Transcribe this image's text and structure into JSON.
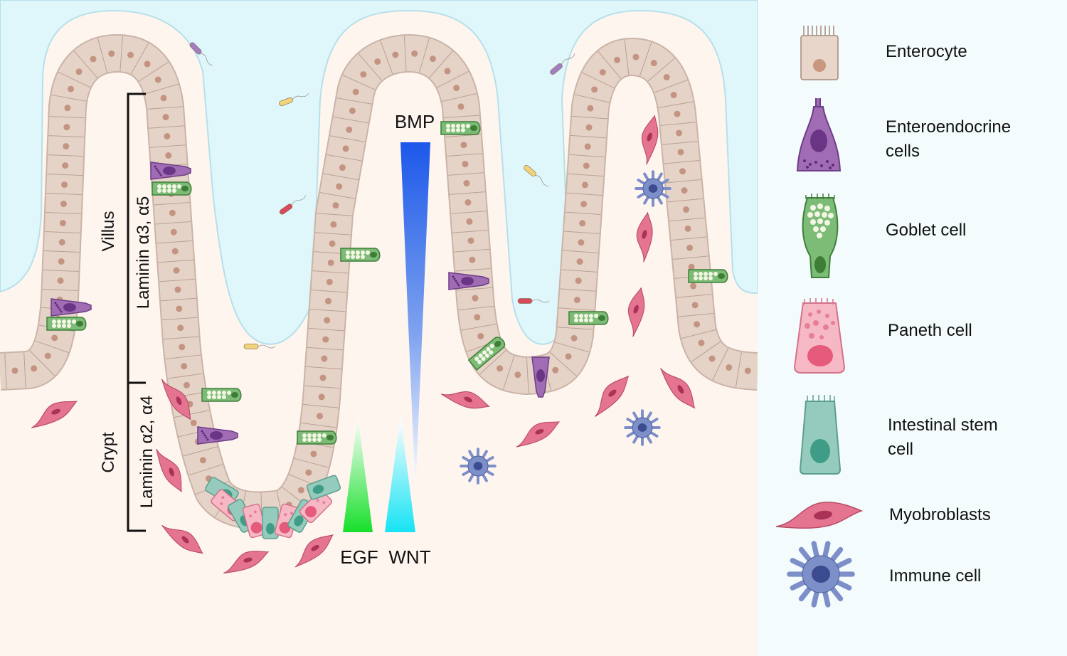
{
  "labels": {
    "bmp": "BMP",
    "egf": "EGF",
    "wnt": "WNT",
    "villus": "Villus",
    "crypt": "Crypt",
    "laminin_villus": "Laminin α3, α5",
    "laminin_crypt": "Laminin α2, α4"
  },
  "legend": {
    "items": [
      {
        "key": "enterocyte",
        "label": "Enterocyte"
      },
      {
        "key": "enteroendocrine",
        "label": "Enteroendocrine cells"
      },
      {
        "key": "goblet",
        "label": "Goblet cell"
      },
      {
        "key": "paneth",
        "label": "Paneth cell"
      },
      {
        "key": "stem",
        "label": "Intestinal stem cell"
      },
      {
        "key": "myofibroblast",
        "label": "Myobroblasts"
      },
      {
        "key": "immune",
        "label": "Immune cell"
      }
    ]
  },
  "colors": {
    "lumen": "#dff7fb",
    "tissue": "#fff5ef",
    "enterocyte": "#e6d3c8",
    "enteroendocrine": "#9b6ab0",
    "goblet": "#79b873",
    "paneth": "#f1a9b8",
    "stem": "#8fc9b8",
    "myofibroblast": "#df6f88",
    "immune": "#7b8cc6",
    "bmp_gradient": "#1f5fe8",
    "egf_gradient": "#22e03a",
    "wnt_gradient": "#22e6f2"
  }
}
